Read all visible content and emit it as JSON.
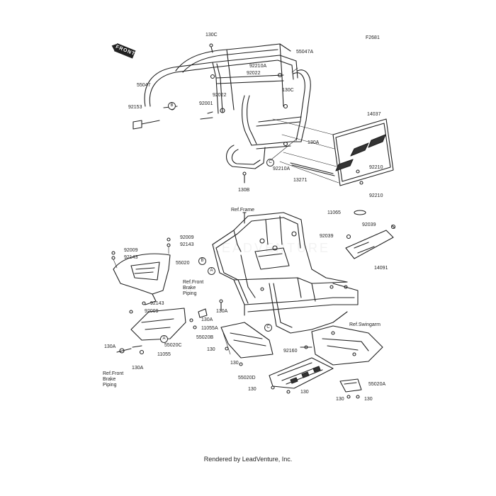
{
  "figure_id": "F2681",
  "front_marker": "FRONT",
  "footer": "Rendered by LeadVenture, Inc.",
  "watermark": "LEADVENTURE",
  "reference_circles": [
    "A",
    "B",
    "C"
  ],
  "callouts": {
    "130C": "130C",
    "55047A": "55047A",
    "92210A": "92210A",
    "92022": "92022",
    "55047": "55047",
    "130C_b": "130C",
    "92022_b": "92022",
    "92001": "92001",
    "92153": "92153",
    "14037": "14037",
    "130A_top": "130A",
    "92210A_b": "92210A",
    "13271": "13271",
    "92210": "92210",
    "92210_b": "92210",
    "130B": "130B",
    "ref_frame": "Ref.Frame",
    "11065": "11065",
    "92039": "92039",
    "92039_b": "92039",
    "14091": "14091",
    "92009": "92009",
    "92143": "92143",
    "92009_b": "92009",
    "92143_b": "92143",
    "55020": "55020",
    "ref_front_brake_piping": "Ref.Front\nBrake\nPiping",
    "92143_c": "92143",
    "92009_c": "92009",
    "130A_a": "130A",
    "130A_b": "130A",
    "11055A": "11055A",
    "55020B": "55020B",
    "130_a": "130",
    "ref_swingarm": "Ref.Swingarm",
    "92160": "92160",
    "130_b": "130",
    "55020C": "55020C",
    "11055": "11055",
    "130A_c": "130A",
    "130A_d": "130A",
    "ref_front_brake_piping_b": "Ref.Front\nBrake\nPiping",
    "55020D": "55020D",
    "130_c": "130",
    "130_d": "130",
    "55020A": "55020A",
    "130_e": "130",
    "130_f": "130"
  }
}
